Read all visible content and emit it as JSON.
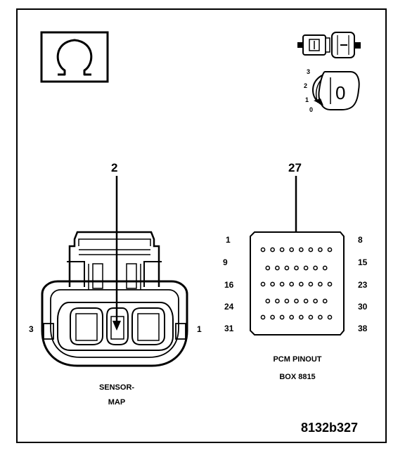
{
  "callouts": {
    "sensor_pin": "2",
    "pcm_pin": "27"
  },
  "sensor": {
    "label_line1": "SENSOR-",
    "label_line2": "MAP",
    "pin_left": "3",
    "pin_right": "1"
  },
  "pcm": {
    "label_line1": "PCM PINOUT",
    "label_line2": "BOX 8815",
    "row_labels_left": [
      "1",
      "9",
      "16",
      "24",
      "31"
    ],
    "row_labels_right": [
      "8",
      "15",
      "23",
      "30",
      "38"
    ]
  },
  "ignition": {
    "positions": [
      "3",
      "2",
      "1",
      "0"
    ],
    "key_label": "0"
  },
  "figure_id": "8132b327"
}
